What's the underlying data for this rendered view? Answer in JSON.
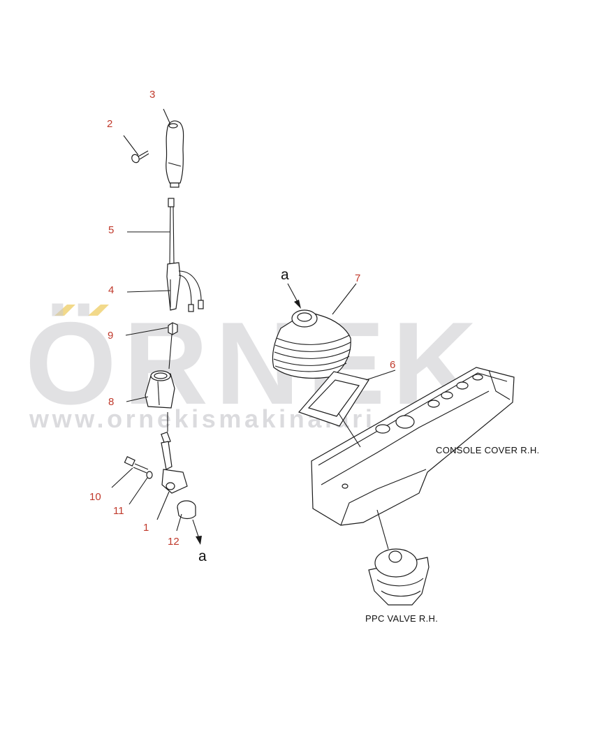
{
  "watermark": {
    "brand": "ÖRNEK",
    "url": "www.ornekismakinalari.com.tr",
    "accent_color": "#f2d98a"
  },
  "callouts": [
    "1",
    "2",
    "3",
    "4",
    "5",
    "6",
    "7",
    "8",
    "9",
    "10",
    "11",
    "12"
  ],
  "view_marker": "a",
  "labels": {
    "console_cover": "CONSOLE COVER R.H.",
    "ppc_valve": "PPC VALVE R.H."
  },
  "colors": {
    "callout": "#c0392b",
    "line": "#1a1a1a"
  }
}
